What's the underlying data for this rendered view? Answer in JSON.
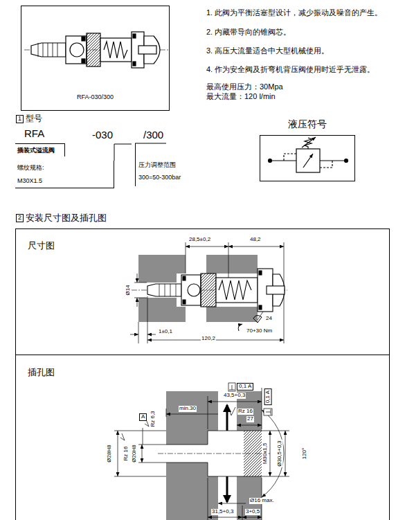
{
  "diagram": {
    "nodes": [
      {
        "text": [
          "RFA-030/300"
        ]
      },
      {
        "text": [
          "插装式溢流阀"
        ]
      },
      {
        "text": [
          "螺纹规格:",
          "M30X1.5"
        ]
      },
      {
        "text": [
          "压力调整范围",
          "300=50-300bar"
        ]
      },
      {
        "text": [
          "液压符号"
        ]
      },
      {
        "text": [
          "安装尺寸图及插孔图"
        ]
      },
      {
        "text": [
          "尺寸图"
        ],
        "in": 5
      },
      {
        "text": [
          "插孔图"
        ],
        "in": 5
      }
    ],
    "labels": [
      "1. 此阀为平衡活塞型设计，减少振动及噪音的产生。",
      "2. 内藏带导向的锥阀芯。",
      "3. 高压大流量适合中大型机械使用。",
      "4. 作为安全阀及折弯机背压阀使用时近乎无泄露。",
      "最高使用压力：30Mpa",
      "最大流量：120 l/min",
      "1",
      "型号",
      "RFA",
      "-030",
      "/300",
      "2",
      "28,5±0,2",
      "48,2",
      "Ø14",
      "1±0,1",
      "120,2",
      "24",
      "70+30 Nm",
      "0,1 A",
      "43,5+0,3",
      "min.30",
      "Rz 16",
      "27",
      "A",
      "Ø28H8",
      "Rz 16",
      "Ø20H8",
      "Rz 6,3",
      "0,1 A",
      "M30x1,5",
      "Ø30,5+0,3",
      "120°",
      "Ø16 max.",
      "31,5+0,3",
      "3+0,5"
    ]
  }
}
